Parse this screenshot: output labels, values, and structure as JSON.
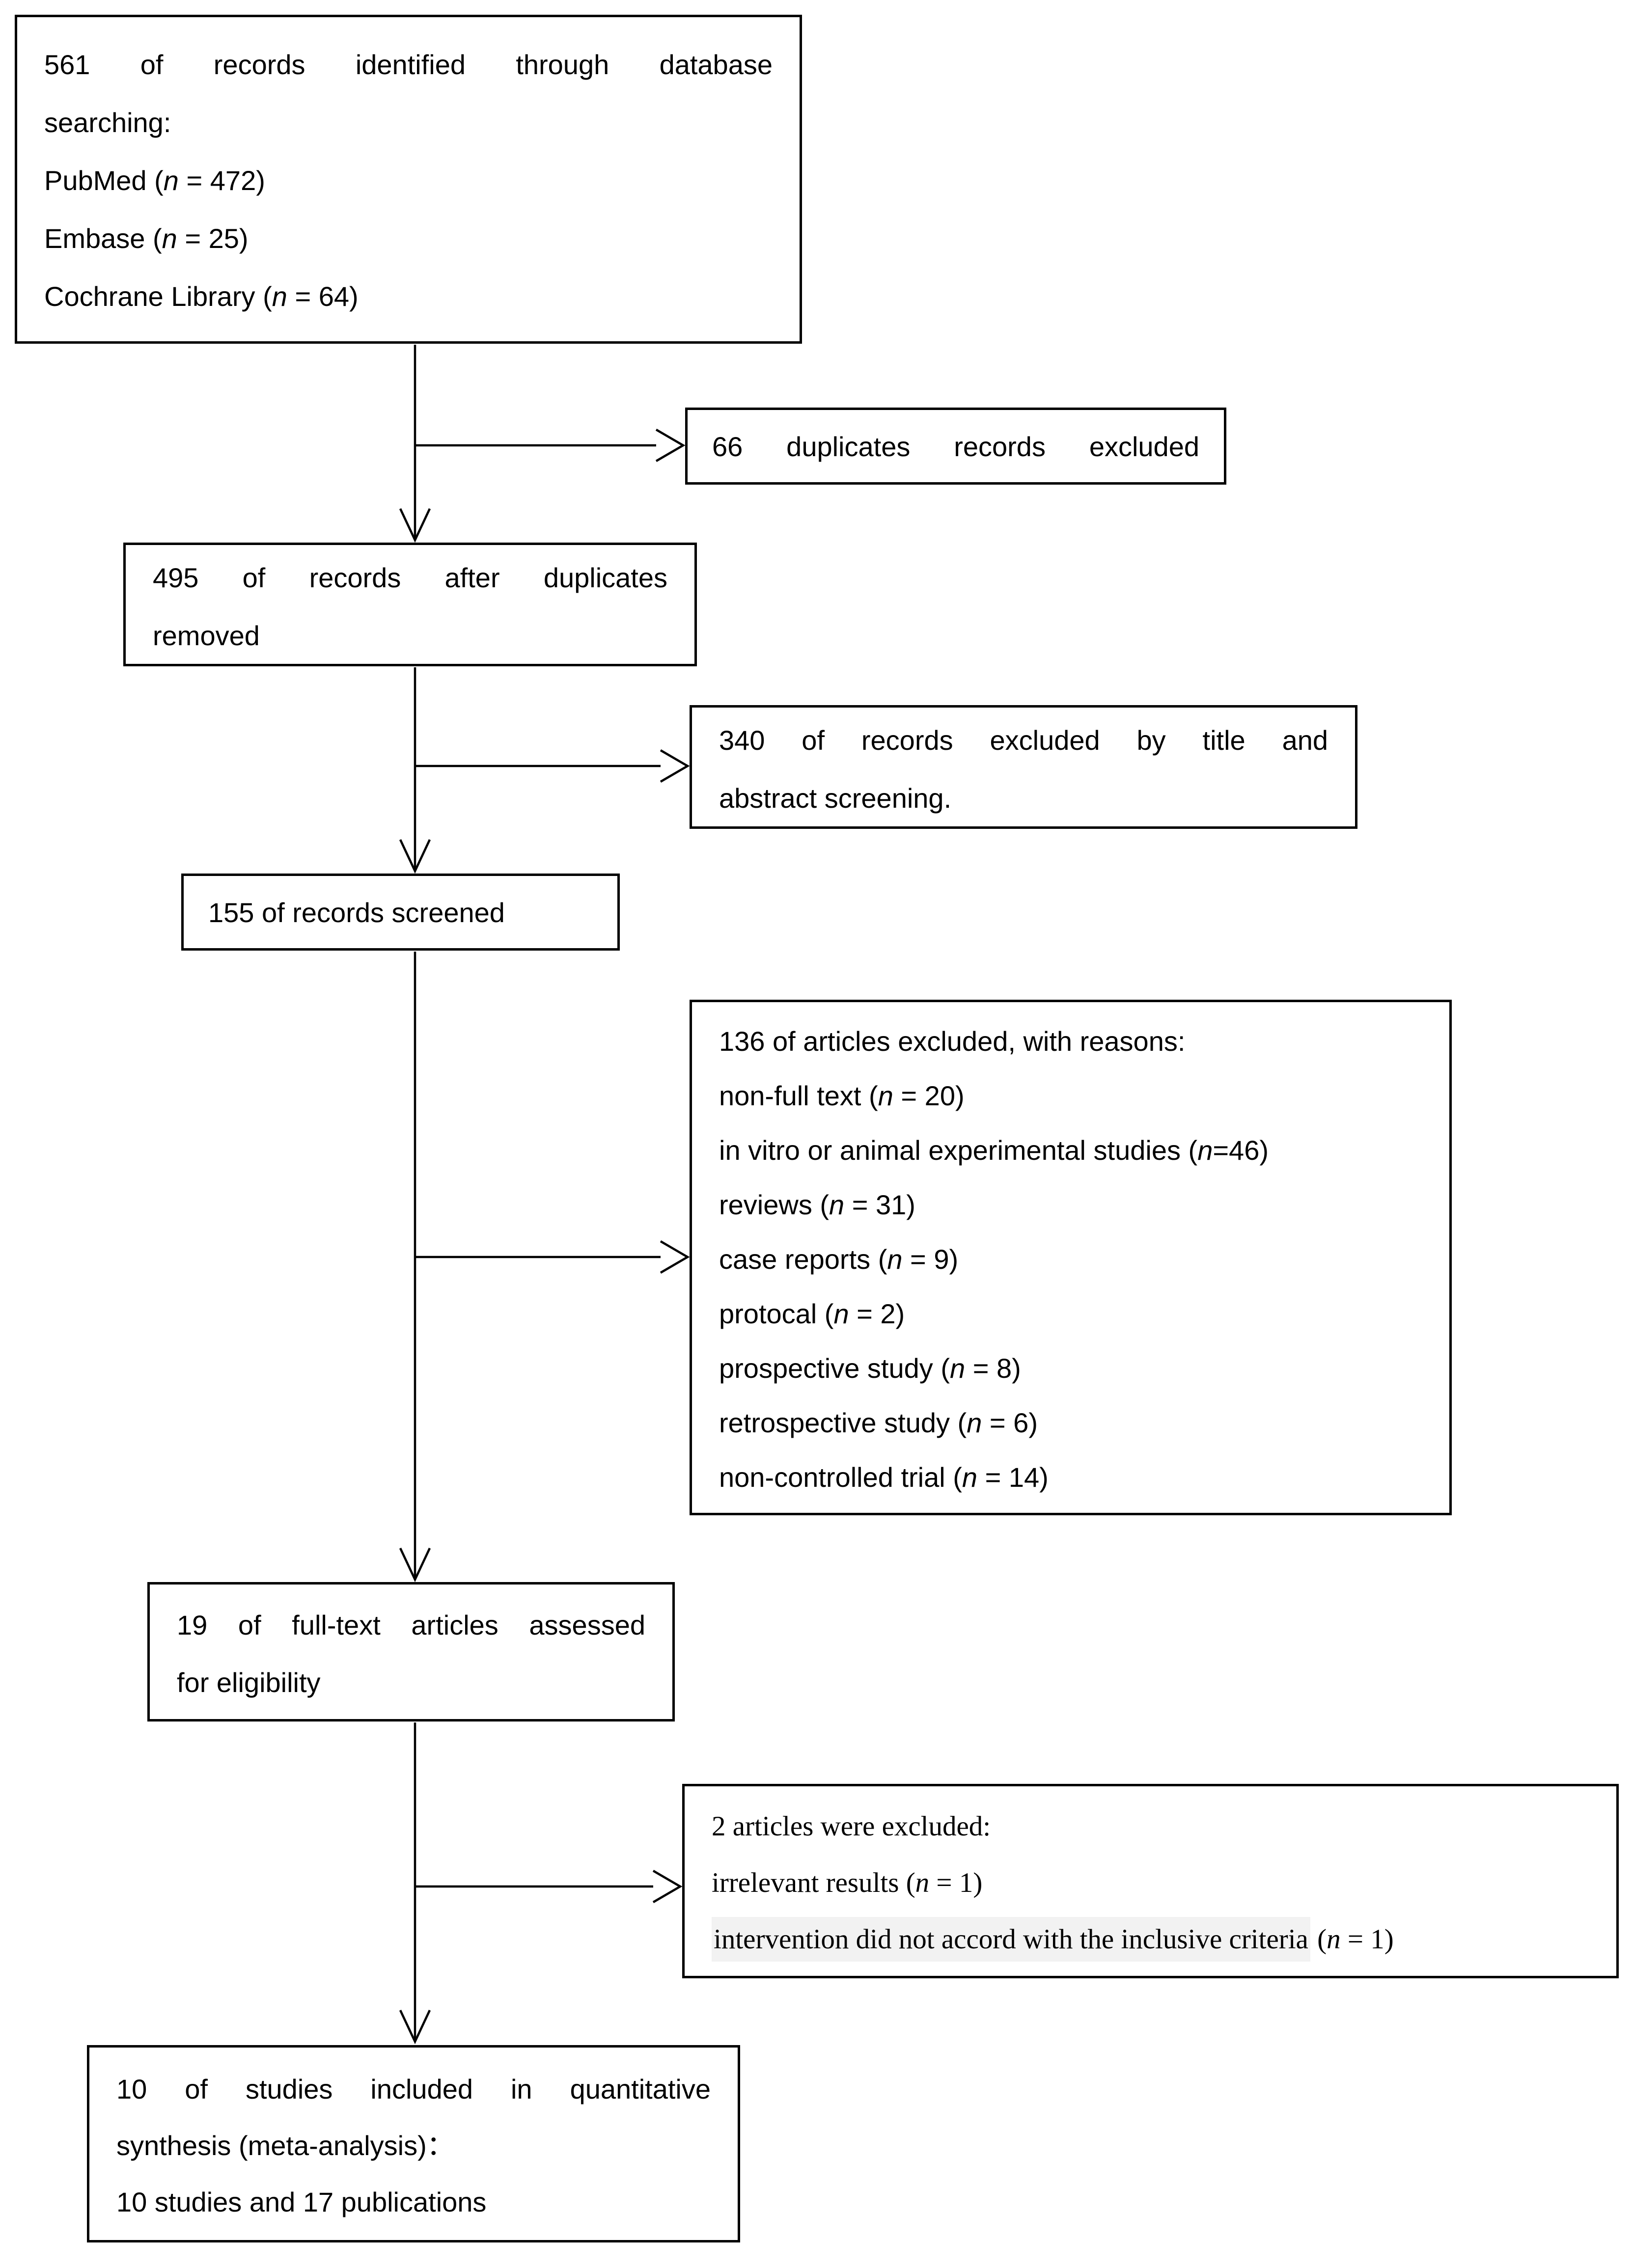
{
  "figure": {
    "boxes": {
      "identification": {
        "lines": [
          "561 of records identified through database",
          "searching:",
          "PubMed (n = 472)",
          "Embase (n = 25)",
          "Cochrane Library (n = 64)"
        ]
      },
      "duplicates_excluded": {
        "lines": [
          "66 duplicates records excluded"
        ]
      },
      "after_duplicates_removed": {
        "lines": [
          "495 of records after duplicates",
          "removed"
        ]
      },
      "title_abstract_excluded": {
        "lines": [
          "340 of records excluded by title and",
          "abstract screening."
        ]
      },
      "records_screened": {
        "lines": [
          "155 of records screened"
        ]
      },
      "articles_excluded_with_reasons": {
        "lines": [
          "136 of articles excluded, with reasons:",
          "non-full text (n = 20)",
          "in vitro or animal experimental studies (n=46)",
          "reviews (n = 31)",
          "case reports (n = 9)",
          "protocal (n = 2)",
          "prospective study (n = 8)",
          "retrospective study (n = 6)",
          "non-controlled trial (n = 14)"
        ]
      },
      "fulltext_assessed": {
        "lines": [
          "19 of full-text articles assessed",
          "for eligibility"
        ]
      },
      "two_articles_excluded": {
        "lines": [
          "2 articles were excluded:",
          "irrelevant results (n = 1)",
          "intervention did not accord with the inclusive criteria (n = 1)"
        ],
        "highlight": "intervention did not accord with the inclusive criteria"
      },
      "included_quantitative": {
        "lines": [
          "10 of studies included in quantitative",
          "synthesis (meta-analysis)：",
          "10 studies and 17 publications"
        ]
      }
    },
    "colors": {
      "text": "#000000",
      "border": "#000000",
      "background": "#ffffff",
      "highlight": "#f2f2f2"
    }
  }
}
